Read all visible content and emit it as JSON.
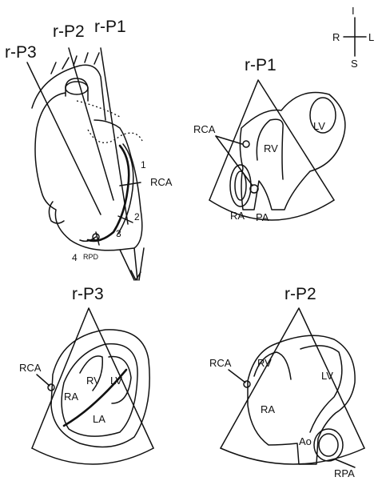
{
  "orientation": {
    "top": "I",
    "left": "R",
    "right": "L",
    "bottom": "S"
  },
  "heart": {
    "planes": [
      "r-P3",
      "r-P2",
      "r-P1"
    ],
    "rca_label": "RCA",
    "segments": [
      "1",
      "2",
      "3",
      "4"
    ],
    "rpd_label": "RPD"
  },
  "panels": [
    {
      "title": "r-P1",
      "labels": [
        "RCA",
        "RV",
        "LV",
        "RA",
        "PA"
      ]
    },
    {
      "title": "r-P3",
      "labels": [
        "RCA",
        "RV",
        "LV",
        "RA",
        "LA"
      ]
    },
    {
      "title": "r-P2",
      "labels": [
        "RCA",
        "RV",
        "LV",
        "RA",
        "Ao",
        "RPA"
      ]
    }
  ]
}
